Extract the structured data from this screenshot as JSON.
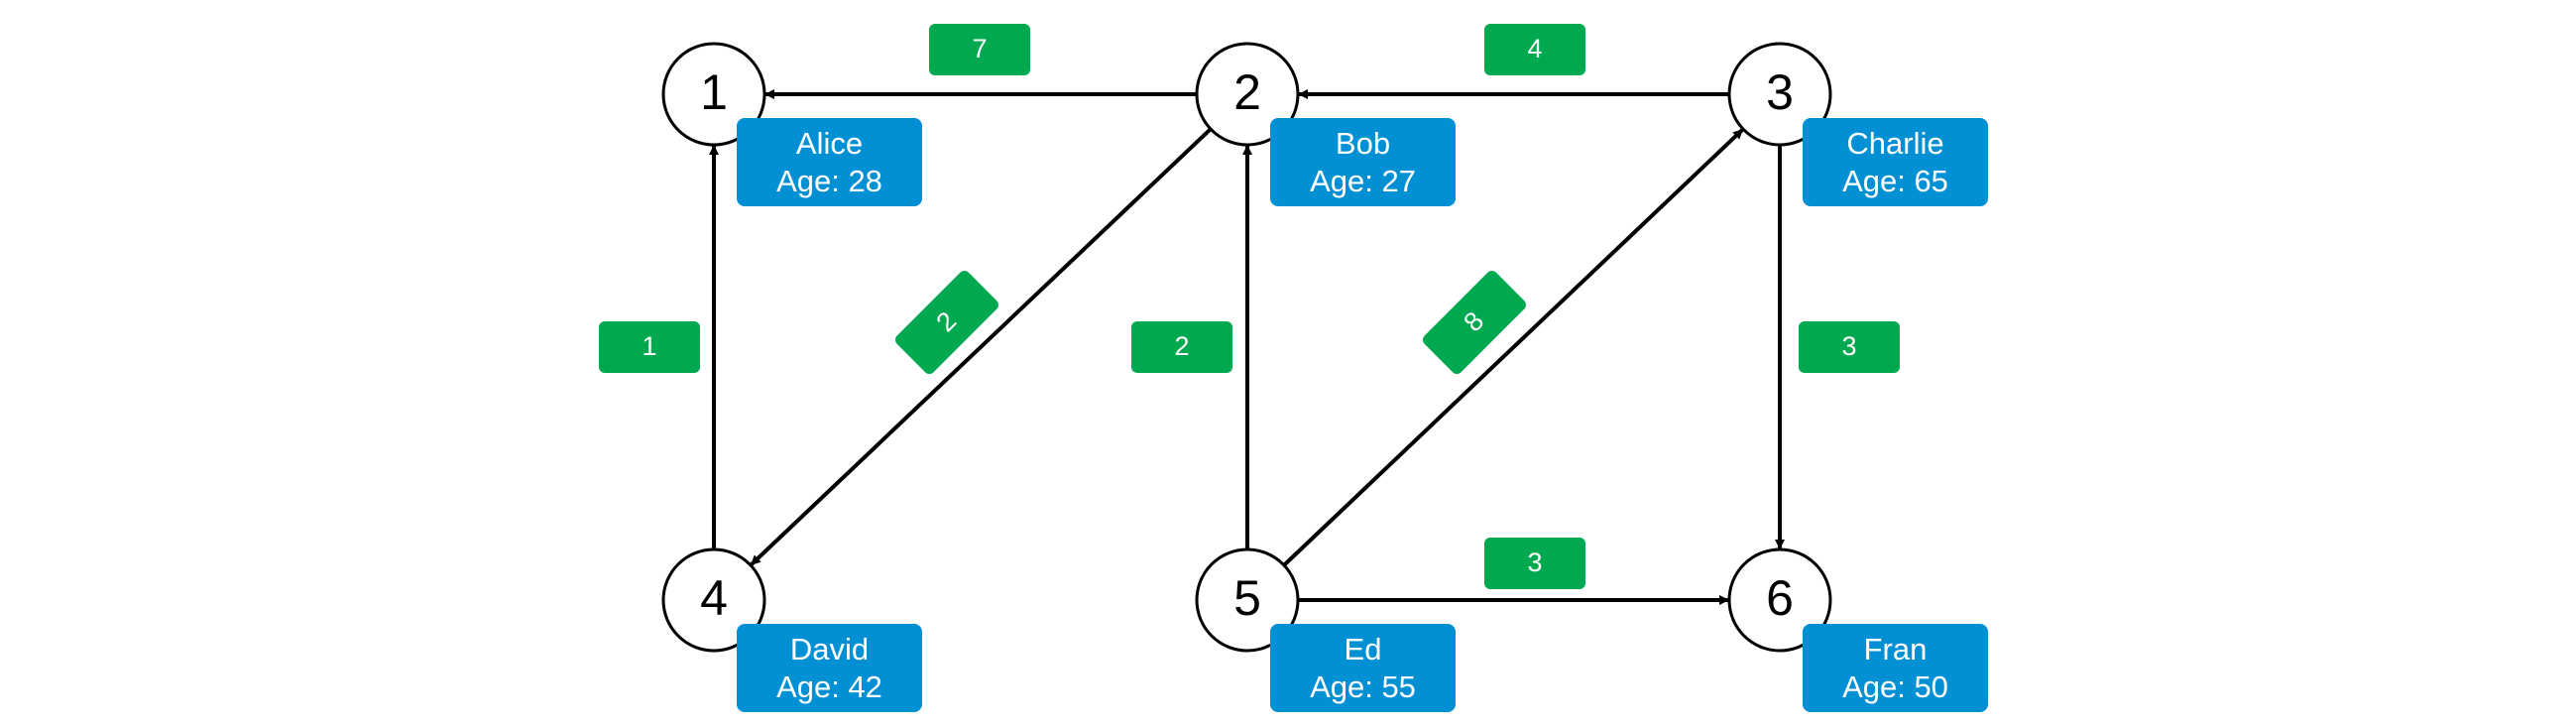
{
  "colors": {
    "edge": "#000000",
    "weight_box": "#00a84f",
    "info_box": "#0290d4",
    "node_fill": "#ffffff",
    "node_stroke": "#000000"
  },
  "nodes": [
    {
      "id": "1",
      "name": "Alice",
      "age": "Age: 28"
    },
    {
      "id": "2",
      "name": "Bob",
      "age": "Age: 27"
    },
    {
      "id": "3",
      "name": "Charlie",
      "age": "Age: 65"
    },
    {
      "id": "4",
      "name": "David",
      "age": "Age: 42"
    },
    {
      "id": "5",
      "name": "Ed",
      "age": "Age: 55"
    },
    {
      "id": "6",
      "name": "Fran",
      "age": "Age: 50"
    }
  ],
  "edges": [
    {
      "from": "2",
      "to": "1",
      "weight": "7"
    },
    {
      "from": "3",
      "to": "2",
      "weight": "4"
    },
    {
      "from": "4",
      "to": "1",
      "weight": "1"
    },
    {
      "from": "2",
      "to": "4",
      "weight": "2"
    },
    {
      "from": "5",
      "to": "2",
      "weight": "2"
    },
    {
      "from": "5",
      "to": "3",
      "weight": "8"
    },
    {
      "from": "3",
      "to": "6",
      "weight": "3"
    },
    {
      "from": "5",
      "to": "6",
      "weight": "3"
    }
  ]
}
